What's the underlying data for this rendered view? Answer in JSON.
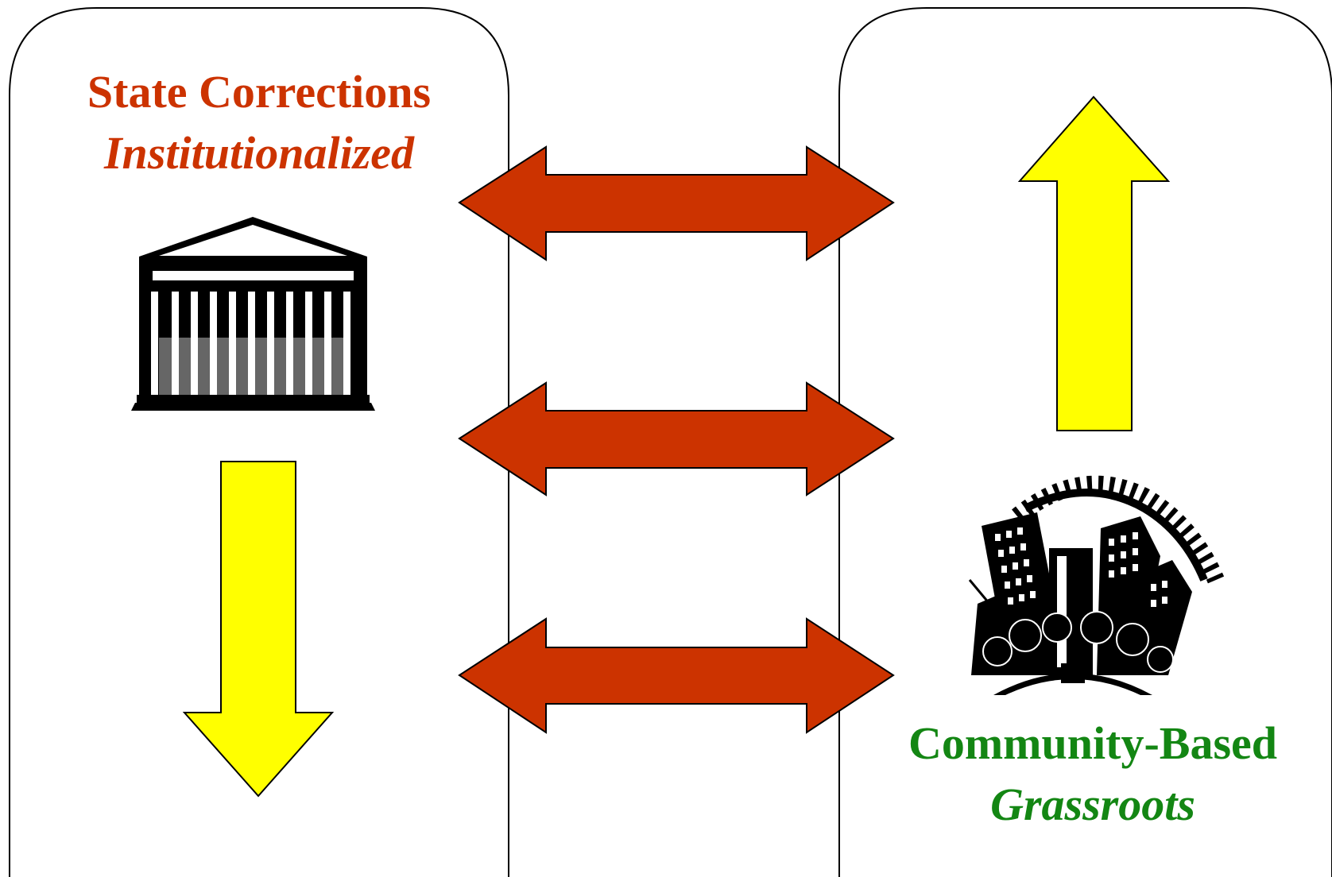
{
  "left_panel": {
    "title": "State Corrections",
    "subtitle": "Institutionalized",
    "color": "#cc3300",
    "icon": "courthouse-icon"
  },
  "right_panel": {
    "title": "Community-Based",
    "subtitle": "Grassroots",
    "color": "#138613",
    "icon": "city-skyline-icon"
  },
  "colors": {
    "double_arrow": "#cc3300",
    "trend_arrow": "#ffff00",
    "outline": "#000000"
  },
  "arrows": {
    "left_trend": "down",
    "right_trend": "up",
    "connector_count": 3
  }
}
